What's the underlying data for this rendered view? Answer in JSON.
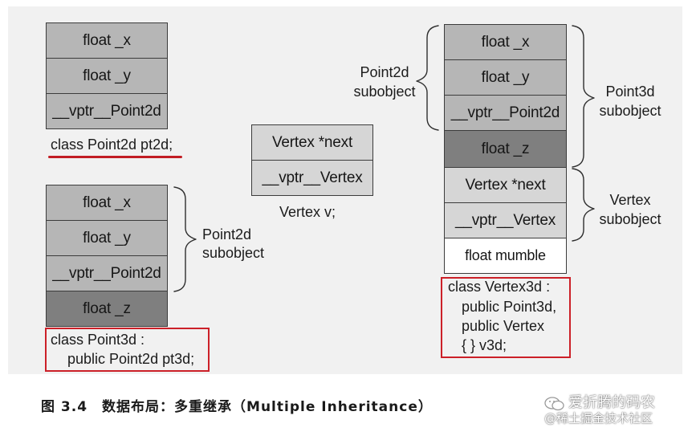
{
  "pt2d": {
    "fields": [
      "float _x",
      "float _y",
      "__vptr__Point2d"
    ],
    "declaration": "class Point2d pt2d;"
  },
  "vertex": {
    "fields": [
      "Vertex *next",
      "__vptr__Vertex"
    ],
    "declaration": "Vertex v;"
  },
  "pt3d": {
    "fields": [
      "float _x",
      "float _y",
      "__vptr__Point2d",
      "float _z"
    ],
    "bracket_label": [
      "Point2d",
      "subobject"
    ],
    "declaration": [
      "class Point3d :",
      "public Point2d pt3d;"
    ]
  },
  "v3d": {
    "fields": [
      "float _x",
      "float _y",
      "__vptr__Point2d",
      "float _z",
      "Vertex *next",
      "__vptr__Vertex",
      "float mumble"
    ],
    "left_bracket_label": [
      "Point2d",
      "subobject"
    ],
    "right_bracket_point3d": [
      "Point3d",
      "subobject"
    ],
    "right_bracket_vertex": [
      "Vertex",
      "subobject"
    ],
    "declaration": [
      "class Vertex3d :",
      "public Point3d,",
      "public Vertex",
      "{ } v3d;"
    ]
  },
  "caption": "图 3.4　数据布局：多重继承（Multiple Inheritance）",
  "watermark": {
    "line1": "爱折腾的码农",
    "line2": "@稀土掘金技术社区"
  },
  "colors": {
    "mid_gray": "#b6b6b6",
    "dark_gray": "#7f7f7f",
    "light_gray": "#d6d6d6",
    "highlight_red": "#cc2028"
  }
}
